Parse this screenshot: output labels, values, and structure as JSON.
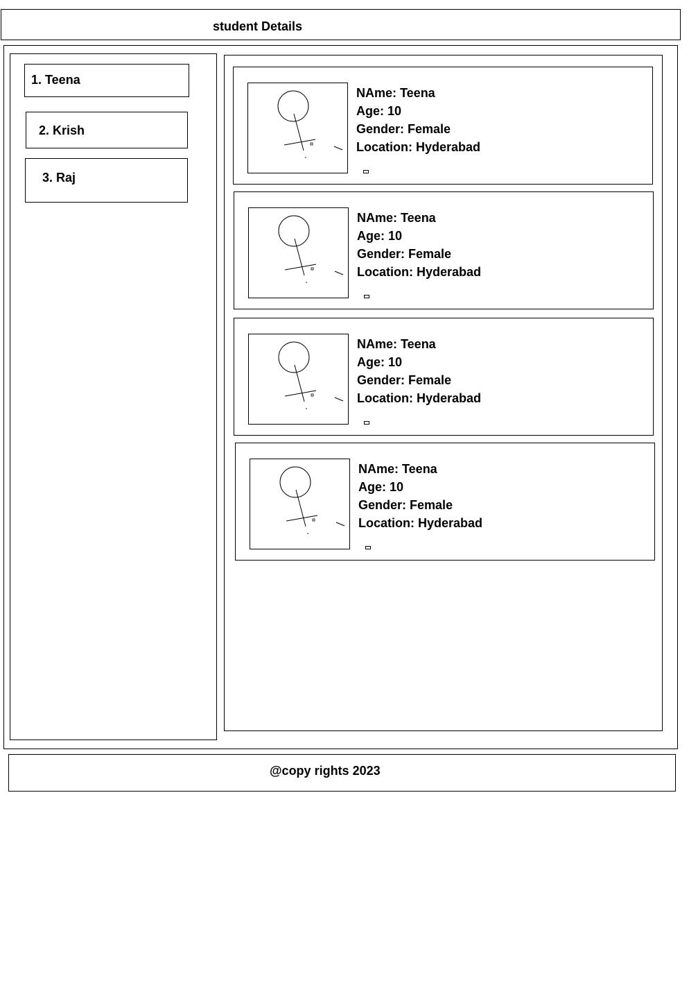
{
  "header": {
    "title": "student Details"
  },
  "sidebar": {
    "items": [
      {
        "label": "1. Teena"
      },
      {
        "label": "2. Krish"
      },
      {
        "label": "3. Raj"
      }
    ]
  },
  "cards": [
    {
      "name": "NAme: Teena",
      "age": "Age: 10",
      "gender": "Gender: Female",
      "location": "Location: Hyderabad"
    },
    {
      "name": "NAme: Teena",
      "age": "Age: 10",
      "gender": "Gender: Female",
      "location": "Location: Hyderabad"
    },
    {
      "name": "NAme: Teena",
      "age": "Age: 10",
      "gender": "Gender: Female",
      "location": "Location: Hyderabad"
    },
    {
      "name": "NAme: Teena",
      "age": "Age: 10",
      "gender": "Gender: Female",
      "location": "Location: Hyderabad"
    }
  ],
  "footer": {
    "text": "@copy rights 2023"
  }
}
